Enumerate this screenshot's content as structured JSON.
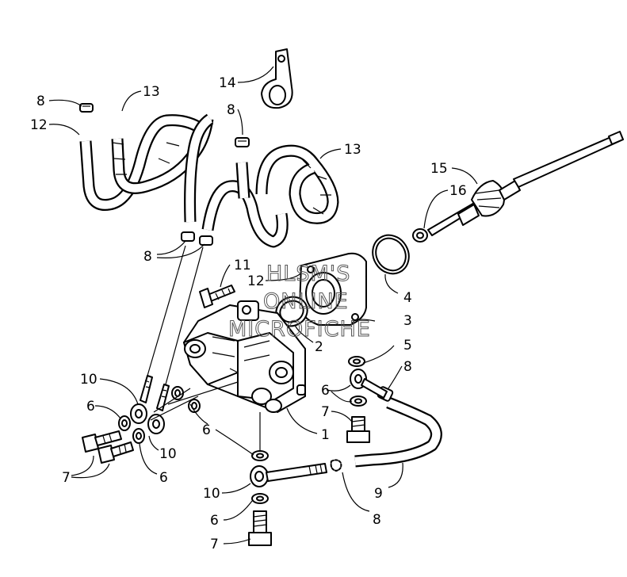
{
  "watermark": {
    "line1": "HLSM'S",
    "line2": "ONLINE",
    "line3": "MICROFICHE"
  },
  "callouts": {
    "c1": "1",
    "c2": "2",
    "c3": "3",
    "c4": "4",
    "c5": "5",
    "c6": "6",
    "c7": "7",
    "c8": "8",
    "c9": "9",
    "c10": "10",
    "c11": "11",
    "c12": "12",
    "c13": "13",
    "c14": "14",
    "c15": "15",
    "c16": "16"
  }
}
